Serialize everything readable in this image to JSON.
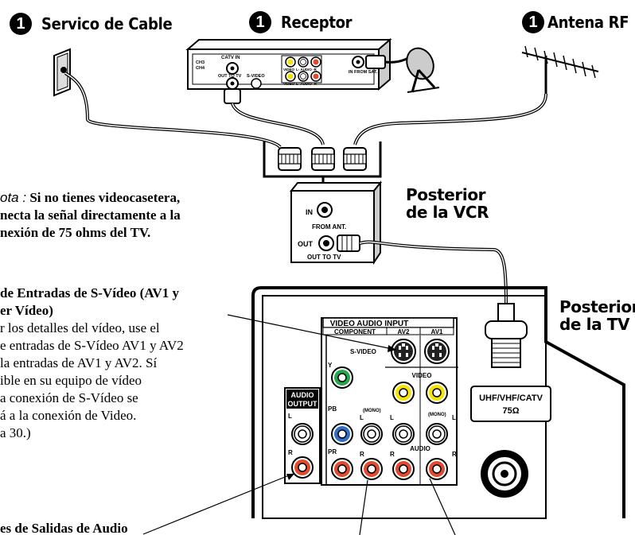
{
  "sources": {
    "number": "1",
    "cable": "Servico de Cable",
    "receiver": "Receptor",
    "antenna": "Antena RF"
  },
  "receiver_panel": {
    "ch3": "CH3",
    "ch4": "CH4",
    "catv_in": "CATV IN",
    "out_to_tv": "OUT TO TV",
    "s_video": "S-VIDEO",
    "video": "VIDEO",
    "audio_lr": "L- AUDIO -R",
    "in_from_sat": "IN FROM SAT."
  },
  "note": {
    "prefix": "ota :",
    "line1": "Si no tienes videocasetera,",
    "line2": "necta la señal directamente a la",
    "line3": "nexión de 75 ohms del TV."
  },
  "vcr": {
    "label_line1": "Posterior",
    "label_line2": "de la VCR",
    "in": "IN",
    "from_ant": "FROM ANT.",
    "out": "OUT",
    "out_to_tv": "OUT TO TV"
  },
  "tv": {
    "label_line1": "Posterior",
    "label_line2": "de la TV",
    "video_audio_input": "VIDEO AUDIO INPUT",
    "component": "COMPONENT",
    "av2": "AV2",
    "av1": "AV1",
    "s_video": "S-VIDEO",
    "video": "VIDEO",
    "y": "Y",
    "pb": "PB",
    "pr": "PR",
    "mono": "(MONO)",
    "l": "L",
    "r": "R",
    "audio": "AUDIO",
    "audio_output_1": "AUDIO",
    "audio_output_2": "OUTPUT",
    "uhf_line1": "UHF/VHF/CATV",
    "uhf_line2": "75Ω"
  },
  "svideo_text": {
    "title_line1": "de Entradas de S-Vídeo (AV1 y",
    "title_line2": "er Vídeo)",
    "body": [
      "r los detalles del vídeo, use el",
      "e entradas de S-Vídeo AV1 y AV2",
      " la entradas de AV1 y AV2. Sí",
      "ible en su equipo de vídeo",
      "a conexión de S-Vídeo se",
      "á a la conexión de Video.",
      "a 30.)"
    ]
  },
  "audio_out_text": "es de Salidas de Audio"
}
